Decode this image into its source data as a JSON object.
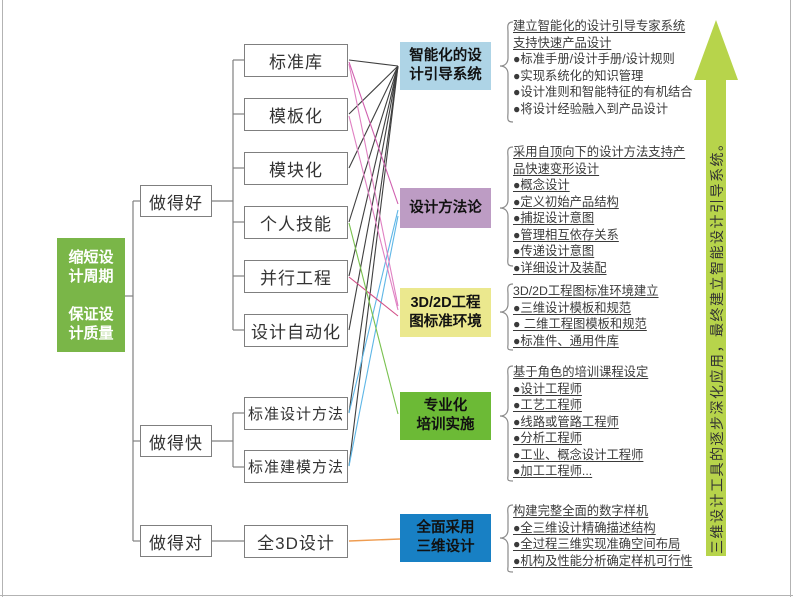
{
  "root_box": {
    "text": "缩短设\n计周期\n\n保证设\n计质量",
    "color": "#7ab648"
  },
  "branches": [
    {
      "label": "做得好"
    },
    {
      "label": "做得快"
    },
    {
      "label": "做得对"
    }
  ],
  "nodes": {
    "good": [
      "标准库",
      "模板化",
      "模块化",
      "个人技能",
      "并行工程",
      "设计自动化"
    ],
    "fast": [
      "标准设计方法",
      "标准建模方法"
    ],
    "right": [
      "全3D设计"
    ]
  },
  "categories": [
    {
      "label": "智能化的设\n计引导系统",
      "color": "#aed4e6",
      "header": "建立智能化的设计引导专家系统支持快速产品设计",
      "items": [
        "●标准手册/设计手册/设计规则",
        "●实现系统化的知识管理",
        "●设计准则和智能特征的有机结合",
        "●将设计经验融入到产品设计"
      ]
    },
    {
      "label": "设计方法论",
      "color": "#bd9cc4",
      "header": "采用自顶向下的设计方法支持产品快速变形设计",
      "items": [
        "●概念设计",
        "●定义初始产品结构",
        "●捕捉设计意图",
        "●管理相互依存关系",
        "●传递设计意图",
        "●详细设计及装配"
      ]
    },
    {
      "label": "3D/2D工程\n图标准环境",
      "color": "#ebe88e",
      "header": "3D/2D工程图标准环境建立",
      "items": [
        "●三维设计模板和规范",
        "● 二维工程图模板和规范",
        "●标准件、通用件库"
      ]
    },
    {
      "label": "专业化\n培训实施",
      "color": "#6cba36",
      "header": "基于角色的培训课程设定",
      "items": [
        "●设计工程师",
        "●工艺工程师",
        "●线路或管路工程师",
        "●分析工程师",
        "●工业、概念设计工程师",
        "●加工工程师..."
      ]
    },
    {
      "label": "全面采用\n三维设计",
      "color": "#1880c4",
      "header": "构建完整全面的数字样机",
      "items": [
        "●全三维设计精确描述结构",
        "●全过程三维实现准确空间布局",
        "●机构及性能分析确定样机可行性"
      ]
    }
  ],
  "arrow": {
    "text": "三维设计工具的逐步深化应用，最终建立智能设计引导系统。",
    "color": "#b7d44b"
  },
  "link_colors": {
    "primary": "#3f3f3f",
    "magenta": "#cf5fae",
    "pink": "#e080c2",
    "crimson": "#d24f88",
    "skyblue": "#5eb6e6",
    "green": "#79c14f",
    "orange": "#ef9c50",
    "tree": "#808080"
  }
}
